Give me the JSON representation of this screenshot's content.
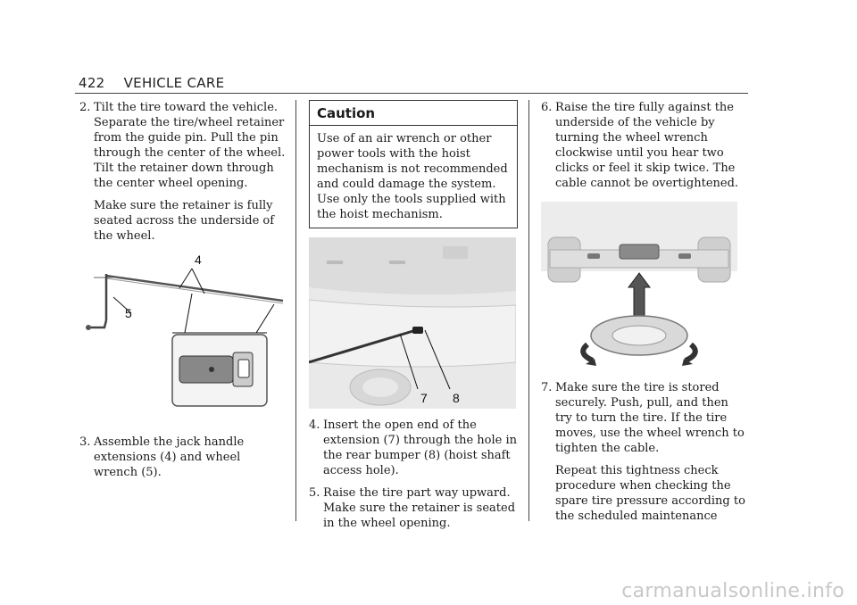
{
  "header": {
    "page_number": "422",
    "section": "VEHICLE CARE"
  },
  "col1": {
    "step2": {
      "num": "2.",
      "text": "Tilt the tire toward the vehicle. Separate the tire/wheel retainer from the guide pin. Pull the pin through the center of the wheel. Tilt the retainer down through the center wheel opening."
    },
    "step2_note": "Make sure the retainer is fully seated across the underside of the wheel.",
    "figure_callouts": {
      "extension": "4",
      "wrench": "5"
    },
    "step3": {
      "num": "3.",
      "text": "Assemble the jack handle extensions (4) and wheel wrench (5)."
    }
  },
  "col2": {
    "caution": {
      "title": "Caution",
      "body": "Use of an air wrench or other power tools with the hoist mechanism is not recommended and could damage the system. Use only the tools supplied with the hoist mechanism."
    },
    "figure_callouts": {
      "extension": "7",
      "bumper": "8"
    },
    "step4": {
      "num": "4.",
      "text": "Insert the open end of the extension (7) through the hole in the rear bumper (8) (hoist shaft access hole)."
    },
    "step5": {
      "num": "5.",
      "text": "Raise the tire part way upward. Make sure the retainer is seated in the wheel opening."
    }
  },
  "col3": {
    "step6": {
      "num": "6.",
      "text": "Raise the tire fully against the underside of the vehicle by turning the wheel wrench clockwise until you hear two clicks or feel it skip twice. The cable cannot be overtightened."
    },
    "step7": {
      "num": "7.",
      "text": "Make sure the tire is stored securely. Push, pull, and then try to turn the tire. If the tire moves, use the wheel wrench to tighten the cable."
    },
    "step7_note": "Repeat this tightness check procedure when checking the spare tire pressure according to the scheduled maintenance"
  },
  "watermark": "carmanualsonline.info"
}
